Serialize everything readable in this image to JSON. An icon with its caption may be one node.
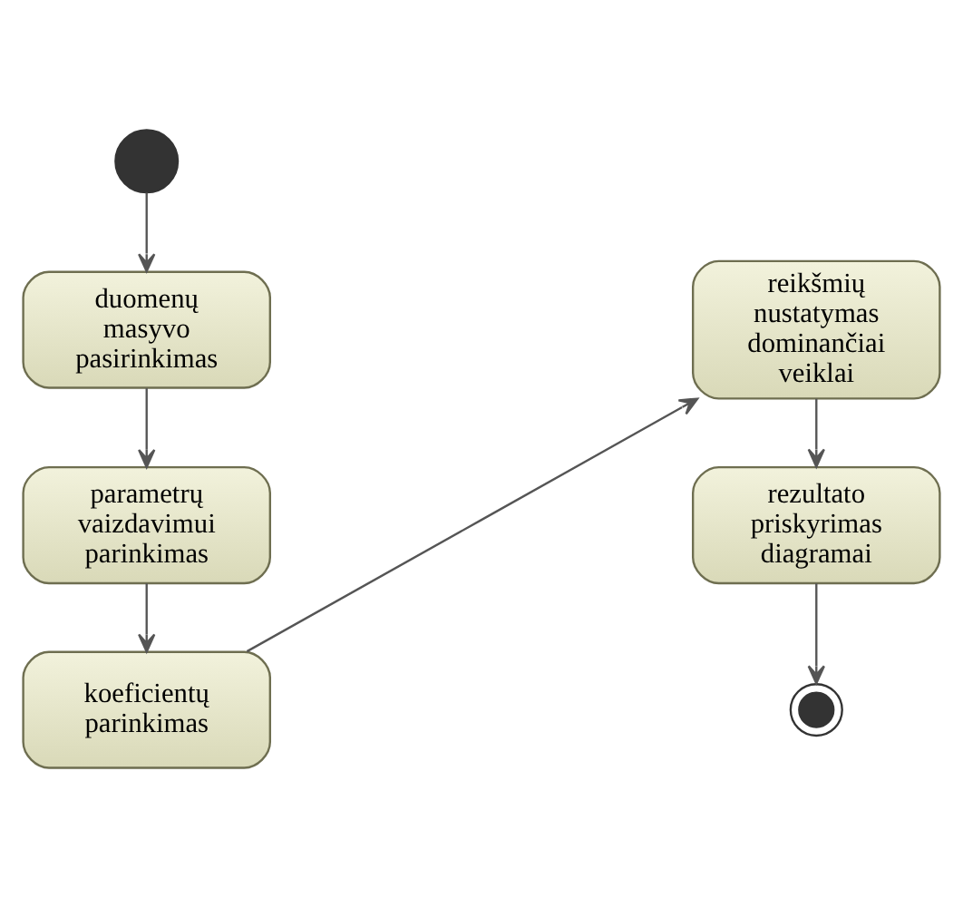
{
  "diagram": {
    "nodes": [
      {
        "text": [],
        "shape": "circle"
      },
      {
        "text": [
          "duomenų masyvo pasirinkimas"
        ]
      },
      {
        "text": [
          "parametrų vaizdavimui parinkimas"
        ]
      },
      {
        "text": [
          "koeficientų parinkimas"
        ]
      },
      {
        "text": [
          "reikšmių nustatymas dominančiai veiklai"
        ]
      },
      {
        "text": [
          "rezultato priskyrimas diagramai"
        ]
      },
      {
        "text": [],
        "shape": "circle"
      }
    ],
    "edges": [
      {
        "from": 0,
        "to": 1,
        "arrow": "to"
      },
      {
        "from": 1,
        "to": 2,
        "arrow": "to"
      },
      {
        "from": 2,
        "to": 3,
        "arrow": "to"
      },
      {
        "from": 3,
        "to": 4,
        "arrow": "to"
      },
      {
        "from": 4,
        "to": 5,
        "arrow": "to"
      },
      {
        "from": 5,
        "to": 6,
        "arrow": "to"
      }
    ]
  }
}
